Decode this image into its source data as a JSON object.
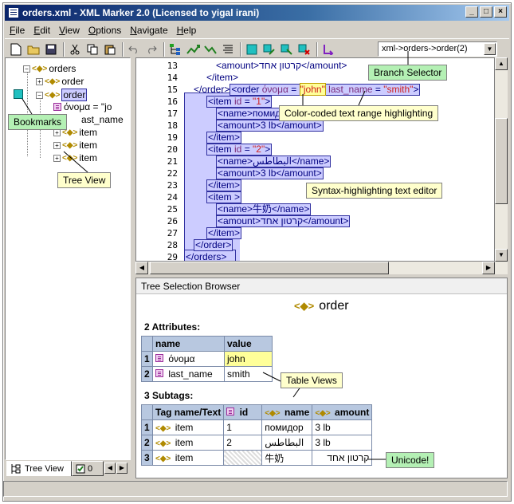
{
  "title": "orders.xml - XML Marker 2.0 (Licensed to yigal irani)",
  "titlebar_buttons": [
    "_",
    "□",
    "×"
  ],
  "menu": [
    {
      "u": "F",
      "rest": "ile"
    },
    {
      "u": "E",
      "rest": "dit"
    },
    {
      "u": "V",
      "rest": "iew"
    },
    {
      "u": "O",
      "rest": "ptions"
    },
    {
      "u": "N",
      "rest": "avigate"
    },
    {
      "u": "H",
      "rest": "elp"
    }
  ],
  "branch_selector": "xml->orders->order(2)",
  "tree": {
    "nodes": [
      {
        "label": "orders",
        "pm": "−",
        "type": "tag"
      },
      {
        "label": "order",
        "pm": "+",
        "type": "tag"
      },
      {
        "label": "order",
        "pm": "−",
        "type": "tag",
        "selected": true
      },
      {
        "label": "όνομα = \"jo",
        "type": "attr"
      },
      {
        "label": "ast_name",
        "type": "attr"
      },
      {
        "label": "item",
        "pm": "+",
        "type": "tag"
      },
      {
        "label": "item",
        "pm": "+",
        "type": "tag"
      },
      {
        "label": "item",
        "pm": "+",
        "type": "tag"
      }
    ]
  },
  "tabs": {
    "tree_view": "Tree View",
    "other": "0"
  },
  "editor": {
    "lines": [
      {
        "n": "13",
        "text": "<amount>קרטון אחד</amount>"
      },
      {
        "n": "14",
        "text": "</item>"
      },
      {
        "n": "15",
        "pre": "</order>",
        "tag": "<order ",
        "a1": "όνομα",
        "eq1": " = ",
        "v1": "\"john\"",
        "a2": " last_name",
        "eq2": " = ",
        "v2": "\"smith\"",
        "close": ">"
      },
      {
        "n": "16",
        "tag": "<item ",
        "a1": "id",
        "eq1": " = ",
        "v1": "\"1\"",
        "close": ">"
      },
      {
        "n": "17",
        "text": "<name>помидор</name>"
      },
      {
        "n": "18",
        "text": "<amount>3 lb</amount>"
      },
      {
        "n": "19",
        "text": "</item>"
      },
      {
        "n": "20",
        "tag": "<item ",
        "a1": "id",
        "eq1": " = ",
        "v1": "\"2\"",
        "close": ">"
      },
      {
        "n": "21",
        "text": "<name>البطاطس</name>"
      },
      {
        "n": "22",
        "text": "<amount>3 lb</amount>"
      },
      {
        "n": "23",
        "text": "</item>"
      },
      {
        "n": "24",
        "text": "<item >"
      },
      {
        "n": "25",
        "text": "<name>牛奶</name>"
      },
      {
        "n": "26",
        "text": "<amount>קרטון אחד</amount>"
      },
      {
        "n": "27",
        "text": "</item>"
      },
      {
        "n": "28",
        "text": "</order>"
      },
      {
        "n": "29",
        "text": "</orders>"
      }
    ]
  },
  "callouts": {
    "branch": "Branch Selector",
    "bookmarks": "Bookmarks",
    "tree_view": "Tree View",
    "color_coded": "Color-coded text range  highlighting",
    "syntax": "Syntax-highlighting text editor",
    "table_views": "Table Views",
    "unicode": "Unicode!"
  },
  "browser": {
    "header": "Tree Selection Browser",
    "node": "order",
    "attr_title": "2 Attributes:",
    "attr_cols": [
      "name",
      "value"
    ],
    "attrs": [
      {
        "n": "1",
        "name": "όνομα",
        "value": "john"
      },
      {
        "n": "2",
        "name": "last_name",
        "value": "smith"
      }
    ],
    "sub_title": "3 Subtags:",
    "sub_cols": [
      "Tag name/Text",
      "id",
      "name",
      "amount"
    ],
    "subs": [
      {
        "n": "1",
        "tag": "item",
        "id": "1",
        "name": "помидор",
        "amount": "3 lb"
      },
      {
        "n": "2",
        "tag": "item",
        "id": "2",
        "name": "البطاطس",
        "amount": "3 lb"
      },
      {
        "n": "3",
        "tag": "item",
        "id": "",
        "name": "牛奶",
        "amount": "קרטון אחד"
      }
    ]
  }
}
